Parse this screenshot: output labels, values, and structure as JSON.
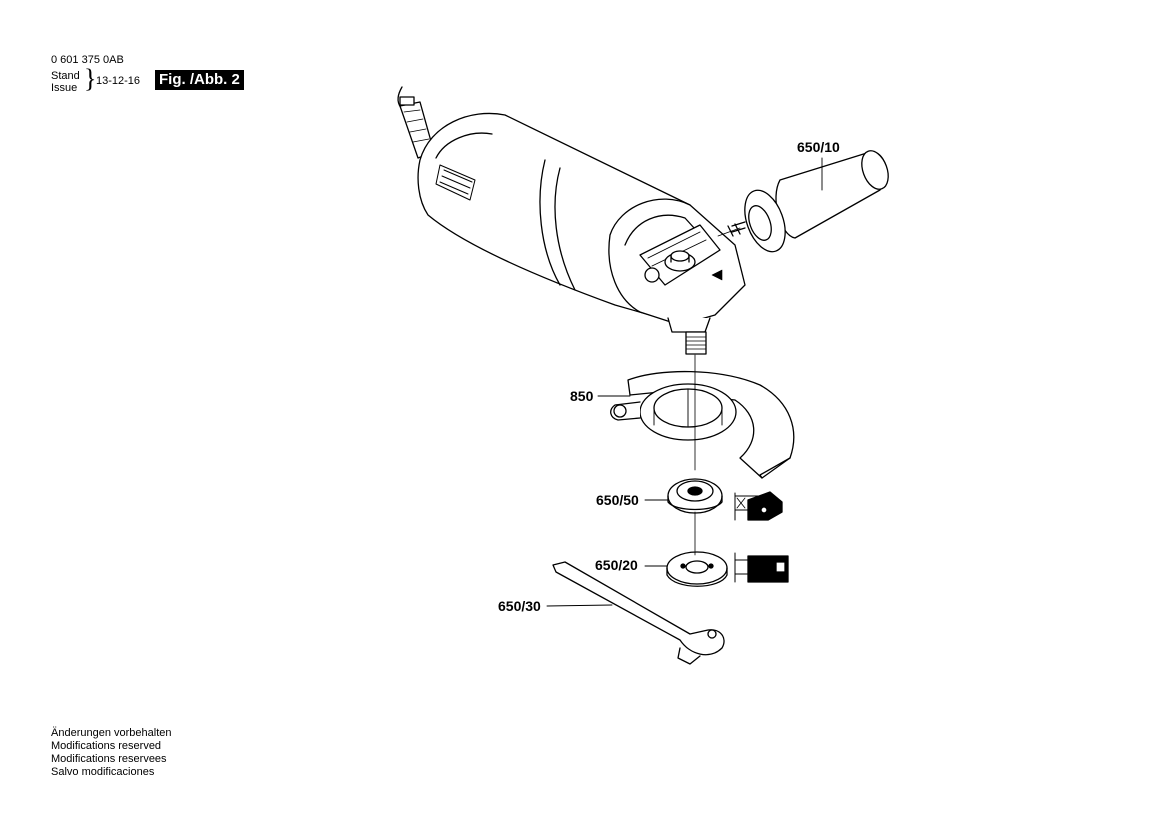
{
  "header": {
    "part_number": "0 601 375 0AB",
    "stand_label": "Stand",
    "issue_label": "Issue",
    "date": "13-12-16",
    "figure": "Fig. /Abb. 2"
  },
  "parts": {
    "handle": "650/10",
    "guard": "850",
    "inner_flange": "650/50",
    "clamping_nut": "650/20",
    "pin_wrench": "650/30"
  },
  "footer": {
    "lines": [
      "Änderungen vorbehalten",
      "Modifications reserved",
      "Modifications reservees",
      "Salvo modificaciones"
    ]
  }
}
